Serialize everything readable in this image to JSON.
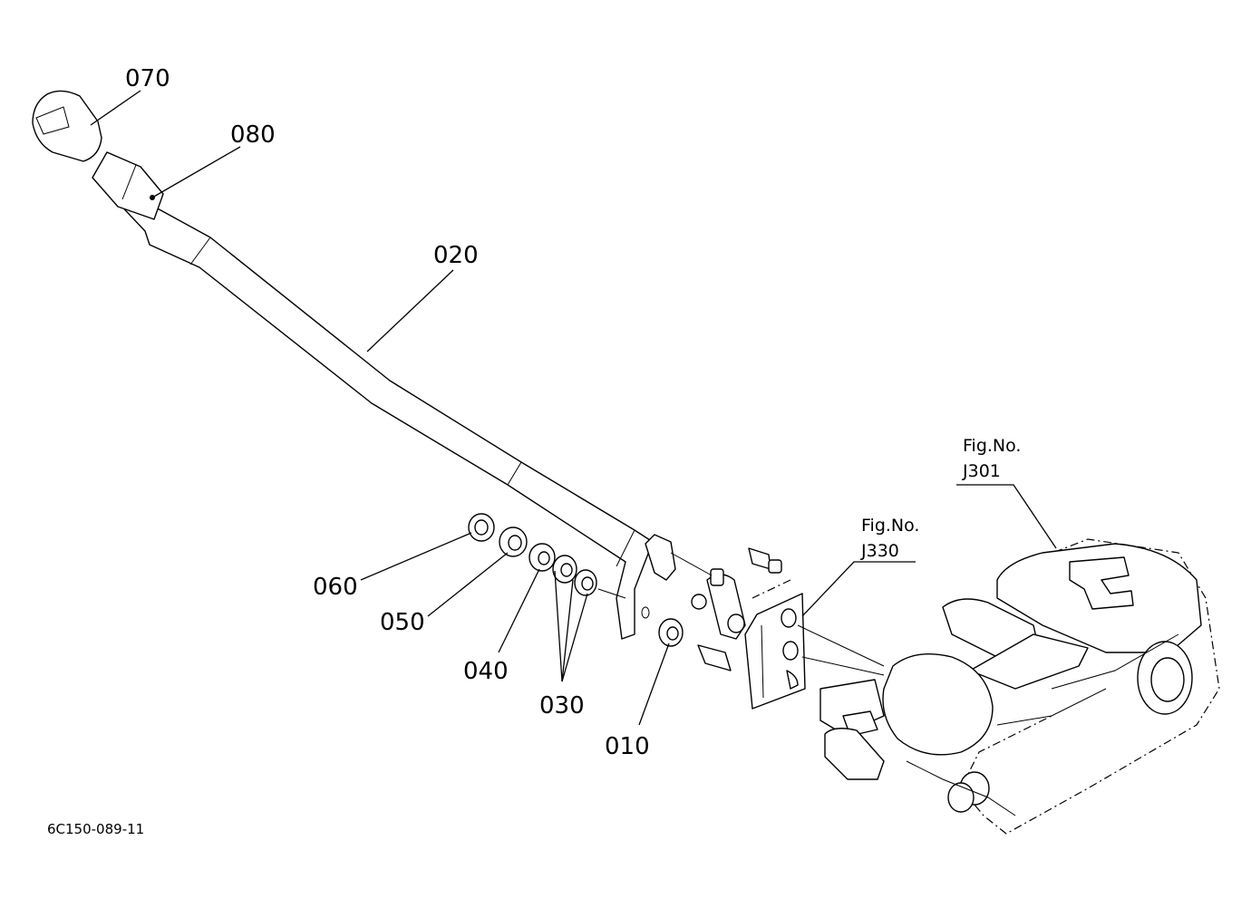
{
  "diagram_code": "6C150-089-11",
  "callouts": [
    {
      "key": "p070",
      "label": "070"
    },
    {
      "key": "p080",
      "label": "080"
    },
    {
      "key": "p020",
      "label": "020"
    },
    {
      "key": "p060",
      "label": "060"
    },
    {
      "key": "p050",
      "label": "050"
    },
    {
      "key": "p040",
      "label": "040"
    },
    {
      "key": "p030",
      "label": "030"
    },
    {
      "key": "p010",
      "label": "010"
    }
  ],
  "references": [
    {
      "key": "j301",
      "line1": "Fig.No.",
      "line2": "J301"
    },
    {
      "key": "j330",
      "line1": "Fig.No.",
      "line2": "J330"
    }
  ]
}
